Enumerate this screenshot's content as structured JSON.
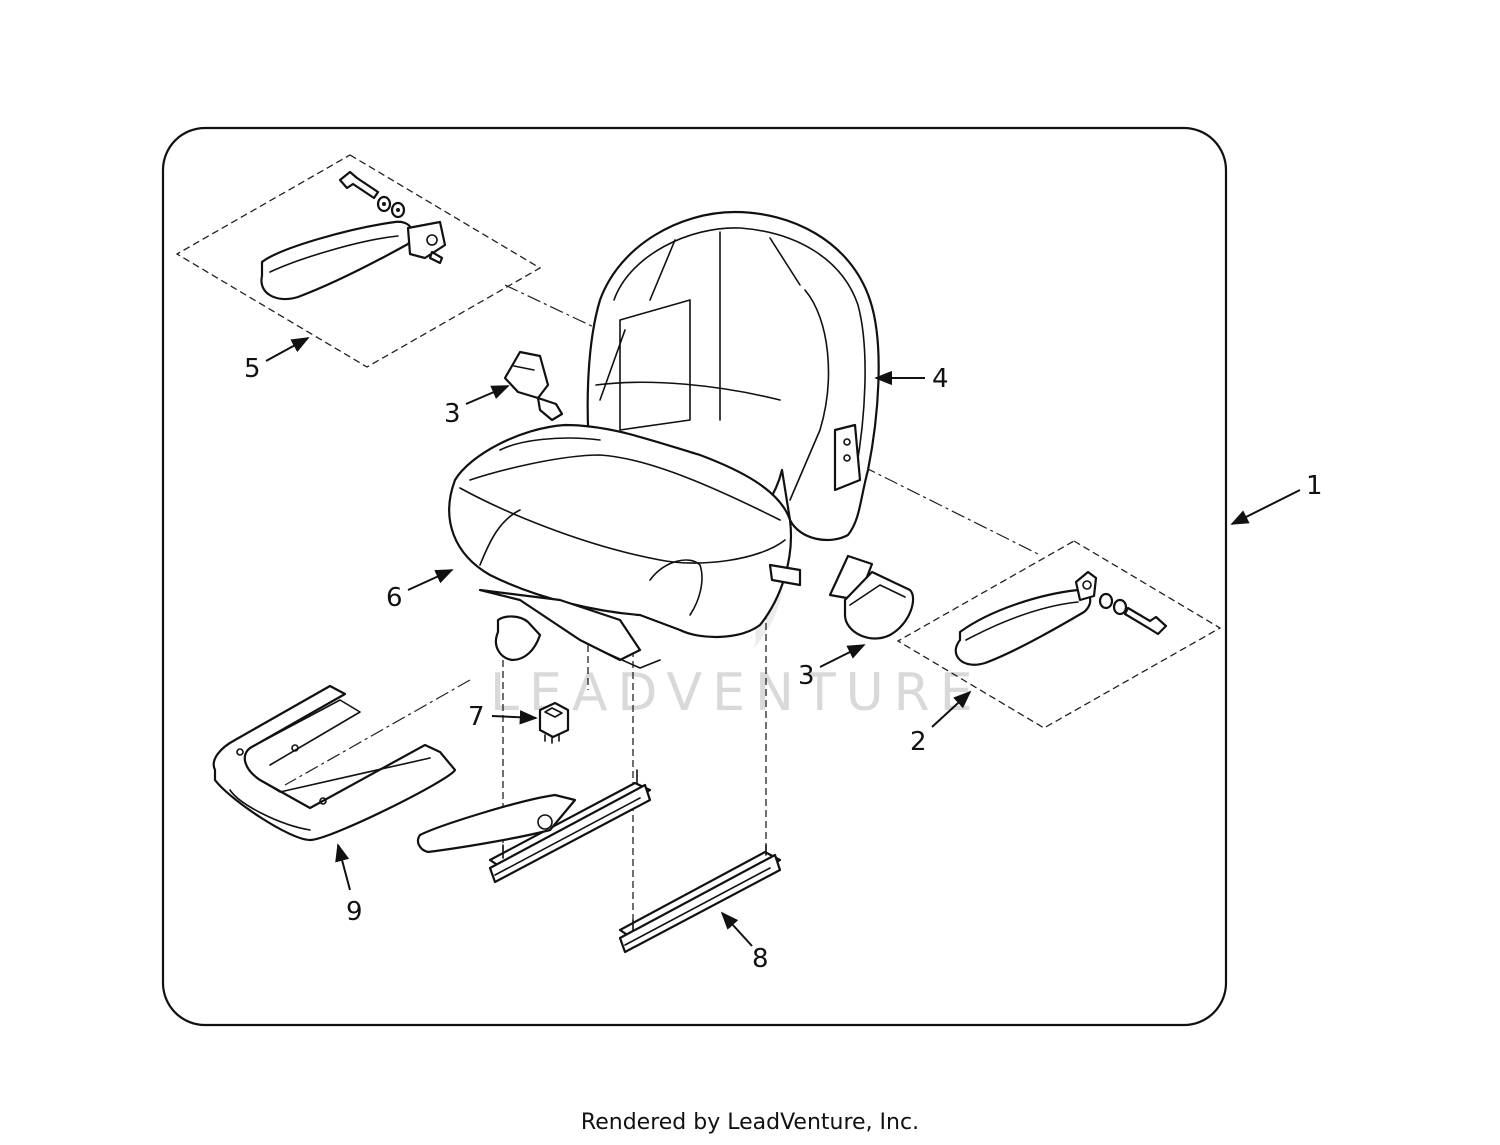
{
  "callouts": {
    "c1": "1",
    "c2": "2",
    "c3a": "3",
    "c3b": "3",
    "c4": "4",
    "c5": "5",
    "c6": "6",
    "c7": "7",
    "c8": "8",
    "c9": "9"
  },
  "watermark": "LEADVENTURE",
  "footer": "Rendered by LeadVenture, Inc."
}
